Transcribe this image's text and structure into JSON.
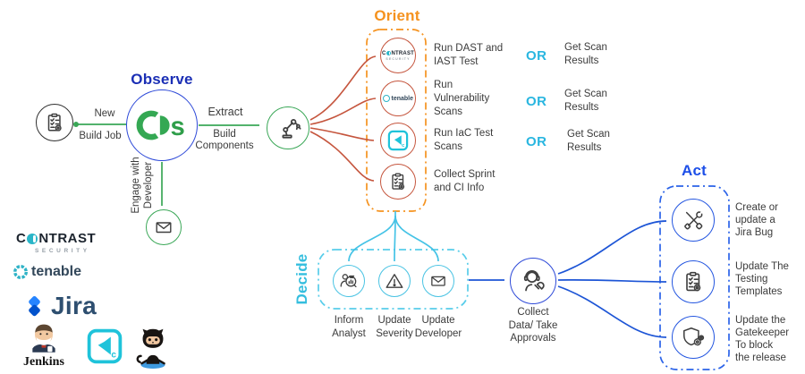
{
  "titles": {
    "observe": "Observe",
    "orient": "Orient",
    "decide": "Decide",
    "act": "Act"
  },
  "edges": {
    "new_top": "New",
    "new_bottom": "Build Job",
    "extract_top": "Extract",
    "extract_bottom": "Build\nComponents",
    "engage": "Engage with\nDeveloper"
  },
  "orient": {
    "rows": [
      {
        "icon": "contrast-logo",
        "action": "Run DAST and\nIAST Test",
        "or": "OR",
        "result": "Get Scan\nResults"
      },
      {
        "icon": "tenable-logo",
        "action": "Run\nVulnerability\nScans",
        "or": "OR",
        "result": "Get Scan\nResults"
      },
      {
        "icon": "checkov-logo",
        "action": "Run IaC Test\nScans",
        "or": "OR",
        "result": "Get Scan\nResults"
      },
      {
        "icon": "clipboard-check",
        "action": "Collect Sprint\nand CI Info"
      }
    ]
  },
  "decide": {
    "items": [
      {
        "icon": "analyst-magnifier",
        "label": "Inform\nAnalyst"
      },
      {
        "icon": "warning-triangle",
        "label": "Update\nSeverity"
      },
      {
        "icon": "envelope",
        "label": "Update\nDeveloper"
      }
    ]
  },
  "collect_label": "Collect\nData/ Take\nApprovals",
  "act": {
    "items": [
      {
        "icon": "crossed-tools",
        "label": "Create or\nupdate a\nJira Bug"
      },
      {
        "icon": "clipboard-check",
        "label": "Update The\nTesting\nTemplates"
      },
      {
        "icon": "shield-gears",
        "label": "Update the\nGatekeeper\nTo block\nthe release"
      }
    ]
  },
  "logos": {
    "opsmx_letter": "s",
    "contrast": {
      "pre": "C",
      "post": "NTRAST",
      "sub": "SECURITY"
    },
    "tenable": "tenable",
    "jira": "Jira",
    "jenkins": "Jenkins",
    "checkov_letter": "c"
  },
  "icons": {
    "input": "clipboard-check",
    "extractor": "robot-arm",
    "engage": "envelope",
    "collect": "headset-person-wrench"
  },
  "colors": {
    "green": "#34a853",
    "observe_title": "#1b2fb5",
    "act_title": "#1d4fe8",
    "blue_ring": "#2d49d8",
    "orange": "#f5921e",
    "red_arrow": "#c5553d",
    "cyan": "#29b6e0",
    "decide_border": "#58cdea",
    "text": "#3b3b3b",
    "contrast_teal": "#29b5c8",
    "checkov_teal": "#1fc3da",
    "jira_blue": "#2684ff"
  }
}
